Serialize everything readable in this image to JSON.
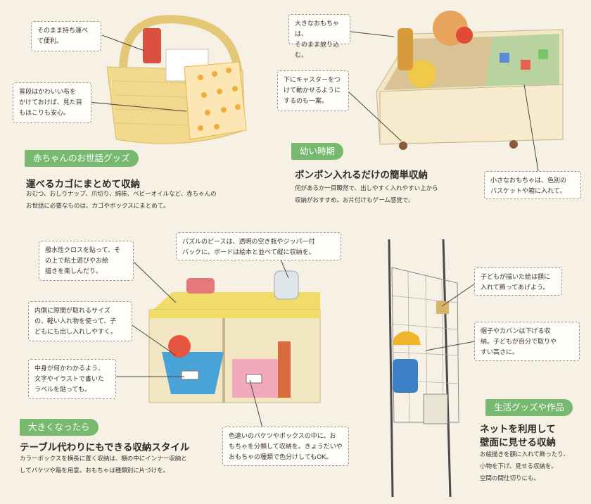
{
  "sections": {
    "baby": {
      "tag": "赤ちゃんのお世話グッズ",
      "headline": "運べるカゴにまとめて収納",
      "body": "おむつ、おしりナップ、爪切り、綿棒、ベビーオイルなど、赤ちゃんの\nお世話に必要なものは、カゴやボックスにまとめて。"
    },
    "toddler": {
      "tag": "幼い時期",
      "headline": "ポンポン入れるだけの簡単収納",
      "body": "何があるか一目瞭然で、出しやすく入れやすい上から\n収納がおすすめ。お片付けもゲーム感覚で。"
    },
    "older": {
      "tag": "大きくなったら",
      "headline": "テーブル代わりにもできる収納スタイル",
      "body": "カラーボックスを横長に置く収納は、棚の中にインナー収納と\nしてバケツや箱を用意。おもちゃは種類別に片づけを。"
    },
    "living": {
      "tag": "生活グッズや作品",
      "headline1": "ネットを利用して",
      "headline2": "壁面に見せる収納",
      "body": "お絵描きを額に入れて飾ったり、\n小物を下げ、見せる収納を。\n空間の間仕切りにも。"
    }
  },
  "notes": {
    "carry": "そのまま持ち運べ\nて便利。",
    "cloth": "普段はかわいい布を\nかけておけば、見た目\nもほこりも安心。",
    "big_toys": "大きなおもちゃは、\nそのまま放り込む。",
    "casters": "下にキャスターをつ\nけて動かせるように\nするのも一案。",
    "small_toys": "小さなおもちゃは、色別の\nバスケットや箱に入れて。",
    "waterproof": "撥水性クロスを貼って、そ\nの上で粘土遊びやお絵\n描きを楽しんだり。",
    "puzzle": "パズルのピースは、透明の空き瓶やジッパー付\nバックに。ボードは絵本と並べて縦に収納を。",
    "gap": "内側に隙間が取れるサイズ\nの、軽い入れ物を使って、子\nどもにも出し入れしやすく。",
    "label": "中身が何かわかるよう、\n文字やイラストで書いた\nラベルを貼っても。",
    "color_buckets": "色違いのバケツやボックスの中に、お\nもちゃを分類して収納を。きょうだいや\nおもちゃの種類で色分けしてもOK。",
    "frame": "子どもが描いた絵は額に\n入れて飾ってあげよう。",
    "hats": "帽子やカバンは下げる収\n納。子どもが自分で取りや\nすい高さに。"
  },
  "colors": {
    "background": "#f6f1e4",
    "tag_green": "#76b96f",
    "basket": "#f1d98d",
    "wood": "#f3e6c3",
    "gingham": "#f1dc6a",
    "bucket_blue": "#4aa3d6",
    "box_pink": "#f2a9bb"
  },
  "illustrations": [
    "basket-icon",
    "toy-box-icon",
    "color-box-shelf-icon",
    "net-wall-icon"
  ]
}
